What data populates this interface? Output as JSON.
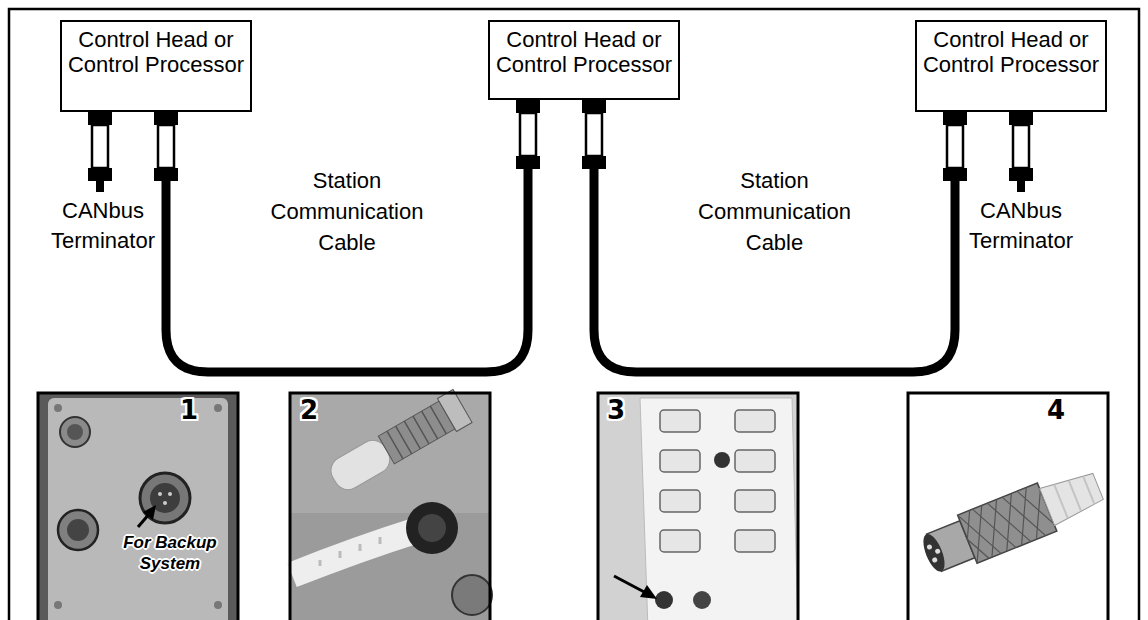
{
  "diagram": {
    "nodes": [
      {
        "text": [
          "Control Head or Control Processor"
        ]
      },
      {
        "text": [
          "Control Head or Control Processor"
        ]
      },
      {
        "text": [
          "Control Head or Control Processor"
        ]
      }
    ],
    "edges": [
      {
        "from": 0,
        "to": 1,
        "arrow": "none",
        "label": "Station Communication Cable"
      },
      {
        "from": 1,
        "to": 2,
        "arrow": "none",
        "label": "Station Communication Cable"
      }
    ],
    "labels": [
      "CANbus Terminator",
      "CANbus Terminator",
      "1",
      "For Backup System",
      "2",
      "3",
      "4"
    ]
  }
}
